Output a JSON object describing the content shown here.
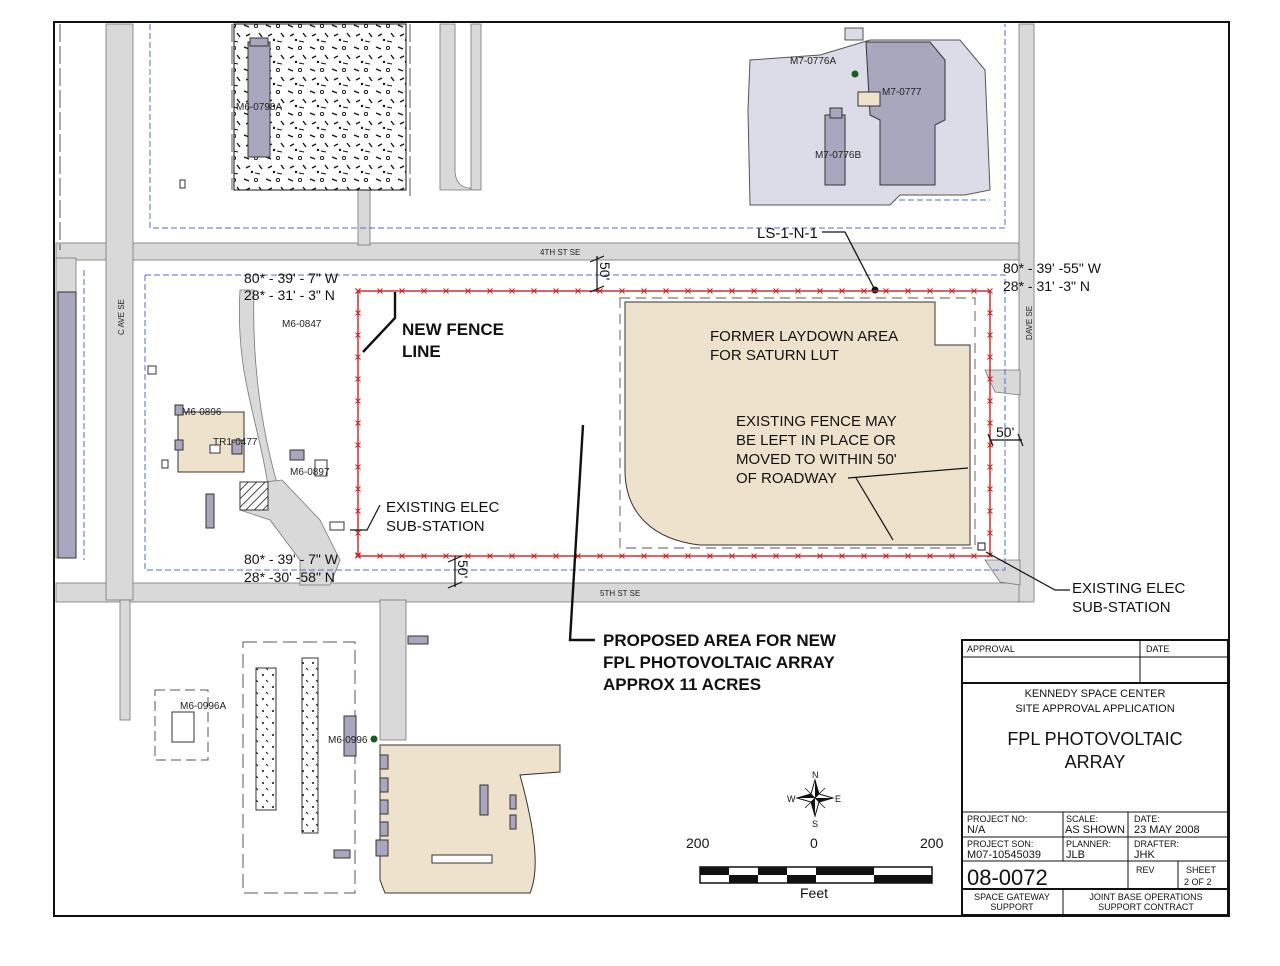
{
  "roads": {
    "fourth": "4TH ST SE",
    "fifth": "5TH ST SE",
    "c_ave": "C AVE SE",
    "dave": "DAVE SE"
  },
  "buildings": {
    "m6_0798a": "M6-0798A",
    "m7_0776a": "M7-0776A",
    "m7_0777": "M7-0777",
    "m7_0776b": "M7-0776B",
    "m6_0847": "M6-0847",
    "m6_0896": "M6-0896",
    "tr1_0477": "TR1-0477",
    "m6_0897": "M6-0897",
    "m6_0996a": "M6-0996A",
    "m6_0996": "M6-0996"
  },
  "survey_point": "LS-1-N-1",
  "coords": {
    "nw_lon": "80* - 39' - 7\" W",
    "nw_lat": "28* - 31' - 3\" N",
    "ne_lon": "80* - 39' -55\" W",
    "ne_lat": "28* - 31' -3\" N",
    "sw_lon": "80* - 39' - 7\" W",
    "sw_lat": "28* -30' -58\" N"
  },
  "dimensions": {
    "top": "50'",
    "right": "50'",
    "bottom": "50'"
  },
  "annotations": {
    "new_fence_1": "NEW FENCE",
    "new_fence_2": "LINE",
    "laydown_1": "FORMER LAYDOWN AREA",
    "laydown_2": "FOR SATURN LUT",
    "existing_fence_1": "EXISTING FENCE MAY",
    "existing_fence_2": "BE LEFT IN PLACE OR",
    "existing_fence_3": "MOVED TO WITHIN 50'",
    "existing_fence_4": "OF ROADWAY",
    "elec_sub_1a": "EXISTING ELEC",
    "elec_sub_1b": "SUB-STATION",
    "elec_sub_2a": "EXISTING ELEC",
    "elec_sub_2b": "SUB-STATION",
    "proposed_1": "PROPOSED AREA FOR NEW",
    "proposed_2": "FPL PHOTOVOLTAIC ARRAY",
    "proposed_3": "APPROX 11 ACRES"
  },
  "compass": {
    "n": "N",
    "s": "S",
    "e": "E",
    "w": "W"
  },
  "scale_bar": {
    "left": "200",
    "center": "0",
    "right": "200",
    "unit": "Feet"
  },
  "title_block": {
    "approval": "APPROVAL",
    "date": "DATE",
    "org_1": "KENNEDY SPACE CENTER",
    "org_2": "SITE APPROVAL APPLICATION",
    "title_1": "FPL PHOTOVOLTAIC",
    "title_2": "ARRAY",
    "project_no_label": "PROJECT NO:",
    "project_no": "N/A",
    "scale_label": "SCALE:",
    "scale": "AS SHOWN",
    "date_label": "DATE:",
    "date_value": "23 MAY 2008",
    "project_son_label": "PROJECT SON:",
    "project_son": "M07-10545039",
    "planner_label": "PLANNER:",
    "planner": "JLB",
    "drafter_label": "DRAFTER:",
    "drafter": "JHK",
    "drawing_no": "08-0072",
    "rev_label": "REV",
    "sheet_label": "SHEET",
    "sheet_value": "2 OF 2",
    "footer_left_1": "SPACE GATEWAY",
    "footer_left_2": "SUPPORT",
    "footer_right_1": "JOINT BASE OPERATIONS",
    "footer_right_2": "SUPPORT CONTRACT"
  },
  "colors": {
    "road": "#d9d9d9",
    "building": "#a9a7bd",
    "laydown": "#efe2cc",
    "new_fence": "#cc2222",
    "utility_line": "#4a6fd0"
  }
}
